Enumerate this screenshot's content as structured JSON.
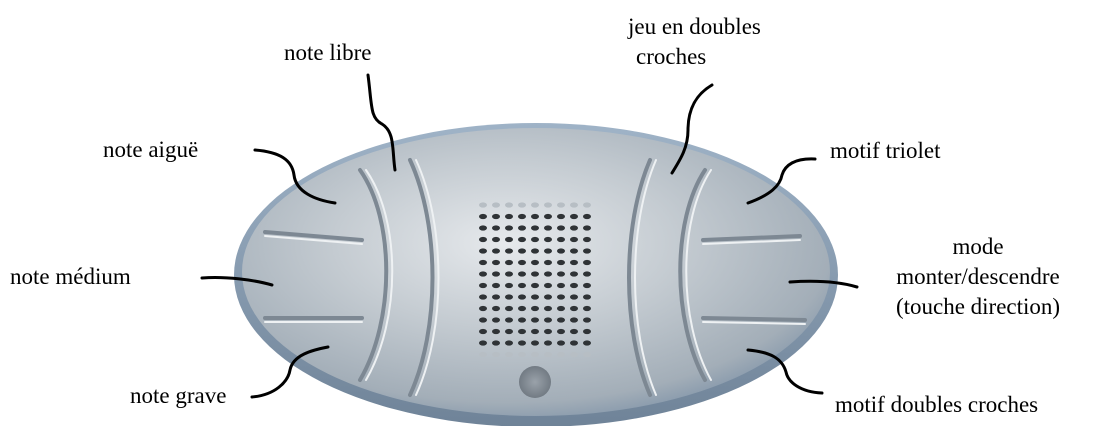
{
  "labels": {
    "note_libre": "note libre",
    "jeu_doubles": [
      "jeu en doubles",
      "croches"
    ],
    "note_aigue": "note aiguë",
    "motif_triolet": "motif triolet",
    "note_medium": "note médium",
    "mode": [
      "mode",
      "monter/descendre",
      "(touche direction)"
    ],
    "note_grave": "note grave",
    "motif_doubles": "motif doubles croches"
  },
  "colors": {
    "device_body": "#b9c2c9",
    "device_rim": "#8ea2b6",
    "speaker_holes": "#2f3336",
    "leader_lines": "#000000"
  }
}
